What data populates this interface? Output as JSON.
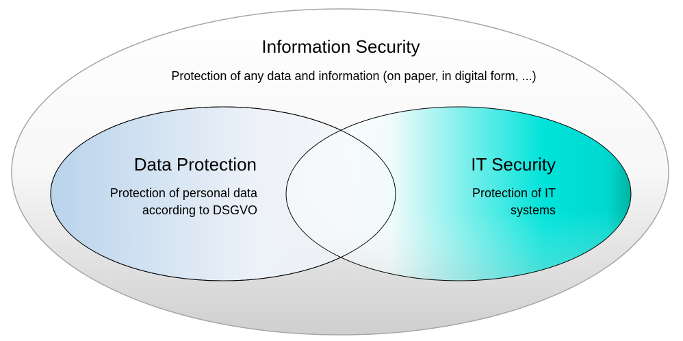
{
  "outer": {
    "title": "Information Security",
    "description": "Protection of any data and information (on paper, in digital form, ...)"
  },
  "left": {
    "title": "Data Protection",
    "lines": [
      "Protection of personal data",
      "according to DSGVO"
    ]
  },
  "right": {
    "title": "IT Security",
    "lines": [
      "Protection of IT",
      "systems"
    ]
  },
  "colors": {
    "outer_top": "#ffffff",
    "outer_bottom": "#cfcfcf",
    "outer_stroke": "#a6a6a6",
    "left_start": "#b9d3ec",
    "left_end": "#f3f6f9",
    "right_start": "#ffffff",
    "right_end": "#00d9d0",
    "right_edge": "#00b3a4"
  }
}
